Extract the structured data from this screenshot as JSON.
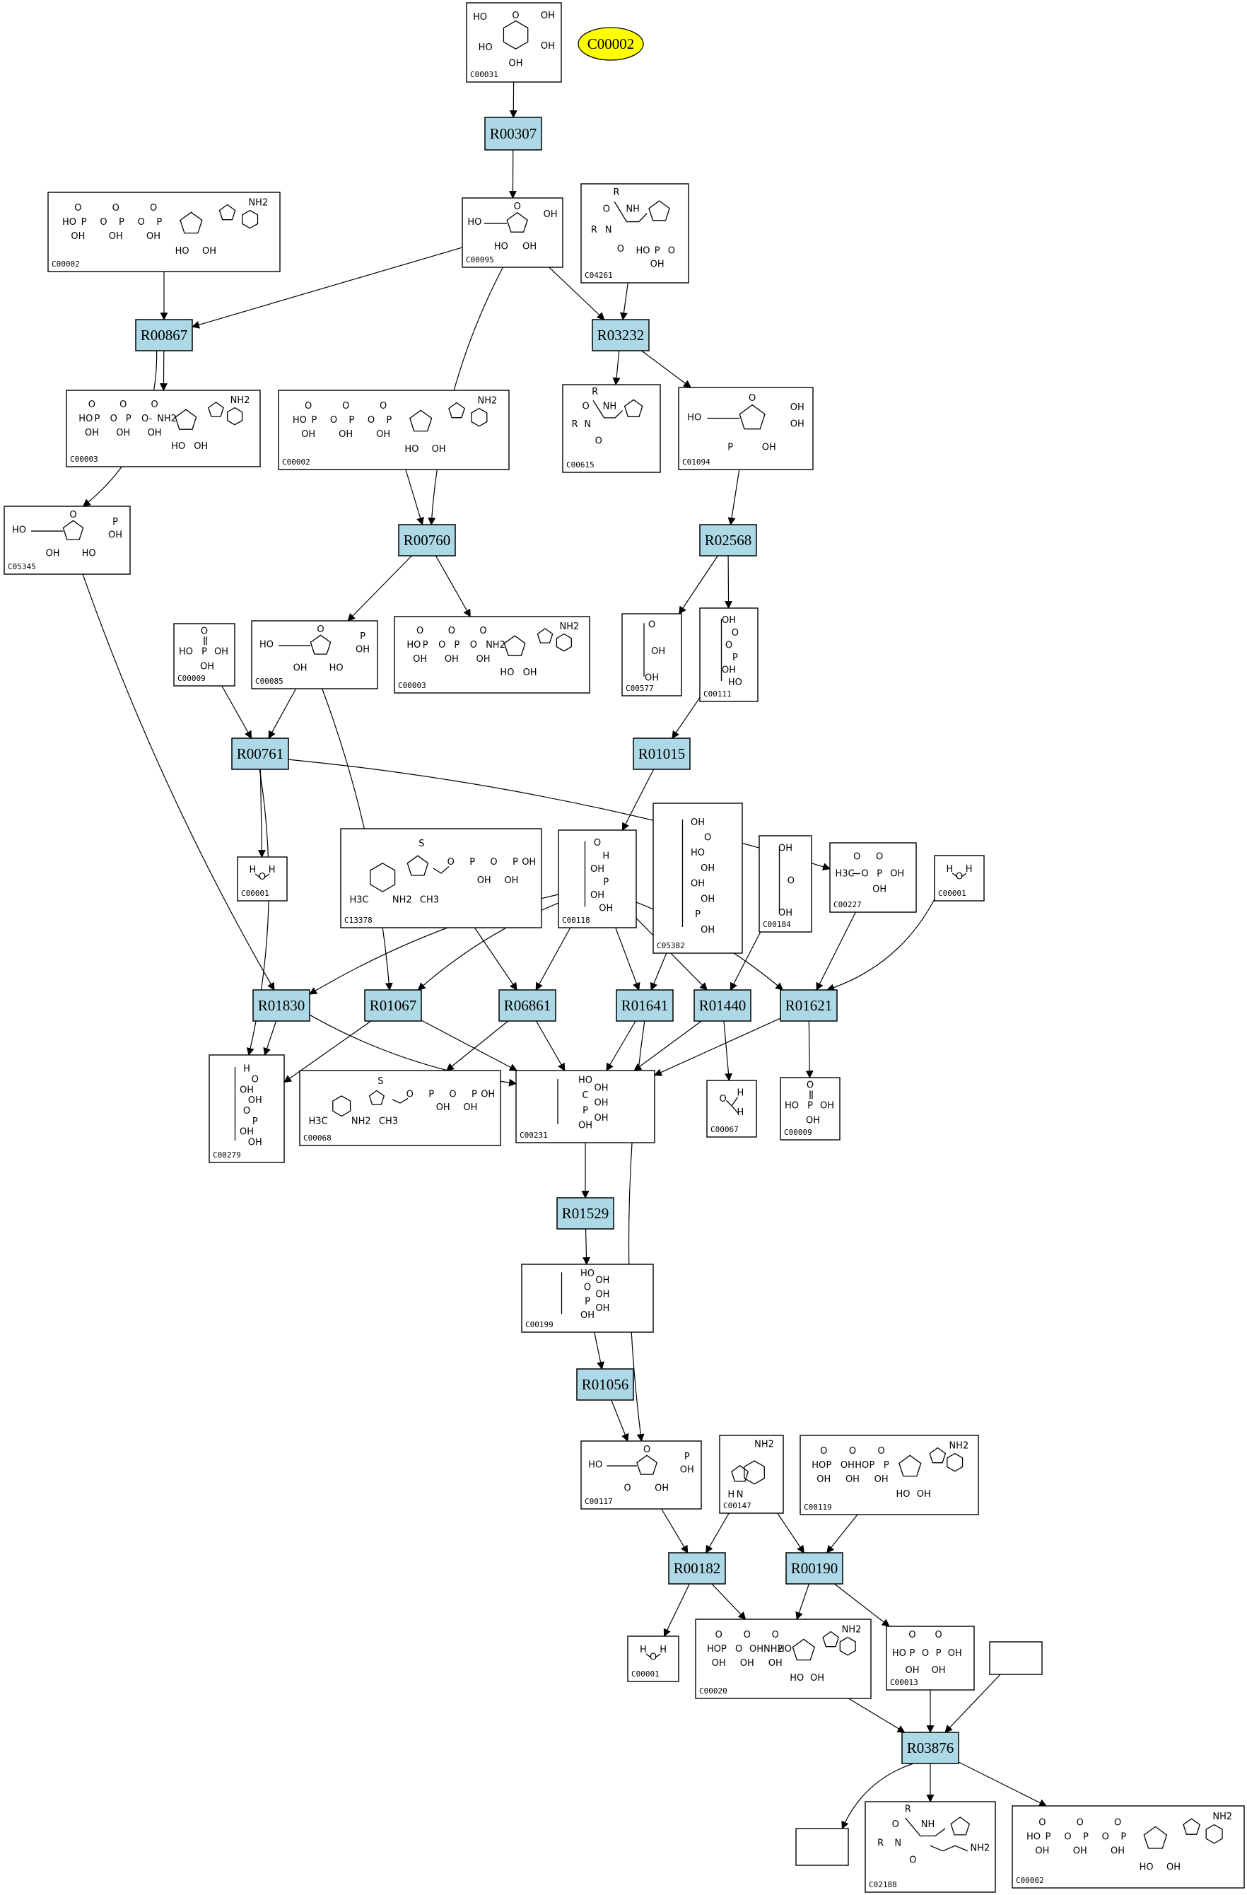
{
  "map_label": "C00002",
  "reactions": [
    {
      "id": "R00307"
    },
    {
      "id": "R00867"
    },
    {
      "id": "R03232"
    },
    {
      "id": "R00760"
    },
    {
      "id": "R02568"
    },
    {
      "id": "R00761"
    },
    {
      "id": "R01015"
    },
    {
      "id": "R01830"
    },
    {
      "id": "R01067"
    },
    {
      "id": "R06861"
    },
    {
      "id": "R01641"
    },
    {
      "id": "R01440"
    },
    {
      "id": "R01621"
    },
    {
      "id": "R01529"
    },
    {
      "id": "R01056"
    },
    {
      "id": "R00182"
    },
    {
      "id": "R00190"
    },
    {
      "id": "R03876"
    }
  ],
  "compounds": [
    {
      "key": "c00031",
      "id": "C00031",
      "mol": "hexose",
      "labels": [
        "HO",
        "OH",
        "HO",
        "OH",
        "OH"
      ]
    },
    {
      "key": "c00002a",
      "id": "C00002",
      "mol": "nucleotide",
      "labels": [
        "HO",
        "P",
        "O",
        "P",
        "O",
        "P",
        "O",
        "OH",
        "OH",
        "OH",
        "NH2",
        "HO",
        "OH"
      ]
    },
    {
      "key": "c00095",
      "id": "C00095",
      "mol": "pentose",
      "labels": [
        "HO",
        "OH",
        "HO",
        "OH",
        "OH"
      ]
    },
    {
      "key": "c04261",
      "id": "C04261",
      "mol": "amide",
      "labels": [
        "R",
        "NH",
        "R",
        "N",
        "HO",
        "P",
        "OH"
      ]
    },
    {
      "key": "c00003a",
      "id": "C00003",
      "mol": "nucleotide",
      "labels": [
        "HO",
        "P",
        "O",
        "P",
        "O-",
        "NH2",
        "HO",
        "OH"
      ]
    },
    {
      "key": "c00002b",
      "id": "C00002",
      "mol": "nucleotide",
      "labels": [
        "HO",
        "P",
        "O",
        "P",
        "O",
        "P",
        "O",
        "OH",
        "OH",
        "OH",
        "NH2",
        "HO",
        "OH"
      ]
    },
    {
      "key": "c00615",
      "id": "C00615",
      "mol": "amide",
      "labels": [
        "R",
        "NH",
        "R",
        "N",
        "H"
      ]
    },
    {
      "key": "c01094",
      "id": "C01094",
      "mol": "pentose",
      "labels": [
        "HO",
        "OH",
        "P",
        "OH",
        "HO",
        "OH"
      ]
    },
    {
      "key": "c05345",
      "id": "C05345",
      "mol": "pentose",
      "labels": [
        "HO",
        "P",
        "OH",
        "HO",
        "OH",
        "OH"
      ]
    },
    {
      "key": "c00009a",
      "id": "C00009",
      "mol": "phosphate",
      "labels": [
        "HO",
        "P",
        "OH",
        "OH",
        "O"
      ]
    },
    {
      "key": "c00085",
      "id": "C00085",
      "mol": "pentose",
      "labels": [
        "HO",
        "P",
        "OH",
        "HO",
        "OH",
        "OH"
      ]
    },
    {
      "key": "c00003b",
      "id": "C00003",
      "mol": "nucleotide",
      "labels": [
        "HO",
        "P",
        "O",
        "P",
        "O",
        "NH2",
        "HO",
        "OH"
      ]
    },
    {
      "key": "c00577",
      "id": "C00577",
      "mol": "chain",
      "labels": [
        "O",
        "OH",
        "OH"
      ]
    },
    {
      "key": "c00111",
      "id": "C00111",
      "mol": "chain",
      "labels": [
        "OH",
        "O",
        "O",
        "P",
        "OH",
        "HO"
      ]
    },
    {
      "key": "c00001a",
      "id": "C00001",
      "mol": "water",
      "labels": [
        "H",
        "O",
        "H"
      ]
    },
    {
      "key": "c13378",
      "id": "C13378",
      "mol": "thiamine",
      "labels": [
        "HO",
        "OH",
        "N",
        "S",
        "P",
        "P",
        "OH",
        "H3C",
        "N",
        "NH2",
        "CH3"
      ]
    },
    {
      "key": "c00118",
      "id": "C00118",
      "mol": "chain",
      "labels": [
        "O",
        "H",
        "OH",
        "P",
        "OH",
        "OH"
      ]
    },
    {
      "key": "c05382",
      "id": "C05382",
      "mol": "chain",
      "labels": [
        "OH",
        "O",
        "HO",
        "OH",
        "OH",
        "OH",
        "P",
        "OH"
      ]
    },
    {
      "key": "c00184",
      "id": "C00184",
      "mol": "chain",
      "labels": [
        "OH",
        "O",
        "OH"
      ]
    },
    {
      "key": "c00227",
      "id": "C00227",
      "mol": "acetylp",
      "labels": [
        "H3C",
        "O",
        "P",
        "OH",
        "OH",
        "O"
      ]
    },
    {
      "key": "c00001b",
      "id": "C00001",
      "mol": "water",
      "labels": [
        "H",
        "O",
        "H"
      ]
    },
    {
      "key": "c00279",
      "id": "C00279",
      "mol": "chain",
      "labels": [
        "H",
        "O",
        "OH",
        "OH",
        "O",
        "P",
        "OH",
        "OH"
      ]
    },
    {
      "key": "c00068",
      "id": "C00068",
      "mol": "thiamine",
      "labels": [
        "N",
        "S",
        "P",
        "P",
        "OH",
        "H3C",
        "N",
        "NH2",
        "CH3"
      ]
    },
    {
      "key": "c00231",
      "id": "C00231",
      "mol": "chain",
      "labels": [
        "HO",
        "OH",
        "C",
        "OH",
        "P",
        "OH",
        "OH"
      ]
    },
    {
      "key": "c00067",
      "id": "C00067",
      "mol": "formaldehyde",
      "labels": [
        "O",
        "H",
        "H"
      ]
    },
    {
      "key": "c00009b",
      "id": "C00009",
      "mol": "phosphate",
      "labels": [
        "HO",
        "P",
        "OH",
        "OH",
        "O"
      ]
    },
    {
      "key": "c00199",
      "id": "C00199",
      "mol": "chain",
      "labels": [
        "HO",
        "OH",
        "O",
        "OH",
        "P",
        "OH",
        "OH"
      ]
    },
    {
      "key": "c00117",
      "id": "C00117",
      "mol": "pentose",
      "labels": [
        "HO",
        "P",
        "O",
        "OH",
        "HO",
        "OH",
        "OH"
      ]
    },
    {
      "key": "c00147",
      "id": "C00147",
      "mol": "adenine",
      "labels": [
        "NH2",
        "N",
        "N",
        "N",
        "N",
        "H"
      ]
    },
    {
      "key": "c00119",
      "id": "C00119",
      "mol": "nucleotide",
      "labels": [
        "HO",
        "P",
        "OH",
        "HO",
        "P",
        "P",
        "OH",
        "OH",
        "HO",
        "OH"
      ]
    },
    {
      "key": "c00001c",
      "id": "C00001",
      "mol": "water",
      "labels": [
        "H",
        "O",
        "H"
      ]
    },
    {
      "key": "c00020",
      "id": "C00020",
      "mol": "nucleotide",
      "labels": [
        "HO",
        "P",
        "O",
        "OH",
        "NH2",
        "HO",
        "OH"
      ]
    },
    {
      "key": "c00013",
      "id": "C00013",
      "mol": "pyrophosphate",
      "labels": [
        "HO",
        "P",
        "O",
        "P",
        "OH",
        "OH",
        "OH"
      ]
    },
    {
      "key": "blank1",
      "id": "",
      "mol": "none",
      "labels": []
    },
    {
      "key": "blank2",
      "id": "",
      "mol": "none",
      "labels": []
    },
    {
      "key": "c02188",
      "id": "C02188",
      "mol": "amide",
      "labels": [
        "R",
        "NH",
        "R",
        "N",
        "O",
        "NH2"
      ]
    },
    {
      "key": "c00002c",
      "id": "C00002",
      "mol": "nucleotide",
      "labels": [
        "HO",
        "P",
        "O",
        "P",
        "O",
        "P",
        "O",
        "OH",
        "OH",
        "OH",
        "NH2",
        "HO",
        "OH"
      ]
    }
  ],
  "colors": {
    "reaction_fill": "#add8e6",
    "map_fill": "#ffff00",
    "stroke": "#000000"
  }
}
